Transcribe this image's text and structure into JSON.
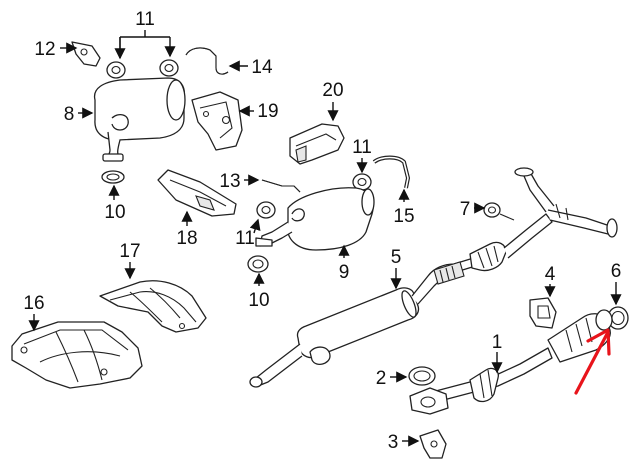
{
  "callouts": {
    "c1": "1",
    "c2": "2",
    "c3": "3",
    "c4": "4",
    "c5": "5",
    "c6": "6",
    "c7": "7",
    "c8": "8",
    "c9": "9",
    "c10a": "10",
    "c10b": "10",
    "c11a": "11",
    "c11b": "11",
    "c11c": "11",
    "c12": "12",
    "c13": "13",
    "c14": "14",
    "c15": "15",
    "c16": "16",
    "c17": "17",
    "c18": "18",
    "c19": "19",
    "c20": "20"
  },
  "colors": {
    "highlight_arrow": "#e8141b",
    "line": "#222222"
  }
}
